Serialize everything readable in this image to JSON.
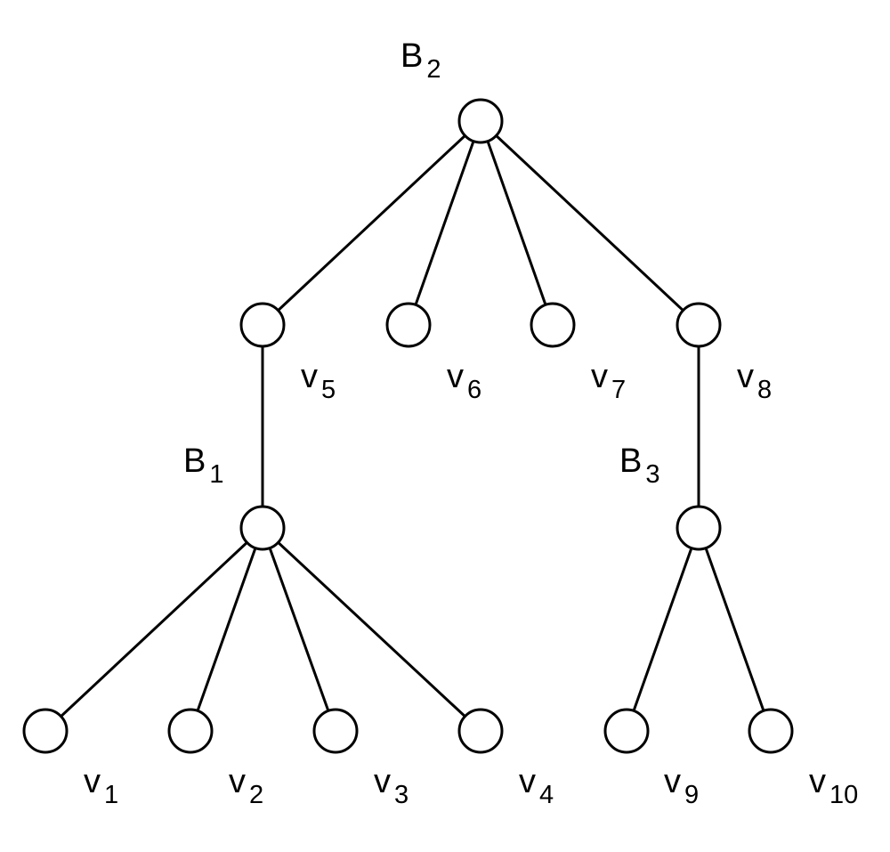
{
  "diagram": {
    "type": "tree",
    "nodes": [
      {
        "id": "B2",
        "base": "B",
        "sub": "2"
      },
      {
        "id": "v5",
        "base": "v",
        "sub": "5"
      },
      {
        "id": "v6",
        "base": "v",
        "sub": "6"
      },
      {
        "id": "v7",
        "base": "v",
        "sub": "7"
      },
      {
        "id": "v8",
        "base": "v",
        "sub": "8"
      },
      {
        "id": "B1",
        "base": "B",
        "sub": "1"
      },
      {
        "id": "B3",
        "base": "B",
        "sub": "3"
      },
      {
        "id": "v1",
        "base": "v",
        "sub": "1"
      },
      {
        "id": "v2",
        "base": "v",
        "sub": "2"
      },
      {
        "id": "v3",
        "base": "v",
        "sub": "3"
      },
      {
        "id": "v4",
        "base": "v",
        "sub": "4"
      },
      {
        "id": "v9",
        "base": "v",
        "sub": "9"
      },
      {
        "id": "v10",
        "base": "v",
        "sub": "10"
      }
    ],
    "edges": [
      [
        "B2",
        "v5"
      ],
      [
        "B2",
        "v6"
      ],
      [
        "B2",
        "v7"
      ],
      [
        "B2",
        "v8"
      ],
      [
        "v5",
        "B1"
      ],
      [
        "v8",
        "B3"
      ],
      [
        "B1",
        "v1"
      ],
      [
        "B1",
        "v2"
      ],
      [
        "B1",
        "v3"
      ],
      [
        "B1",
        "v4"
      ],
      [
        "B3",
        "v9"
      ],
      [
        "B3",
        "v10"
      ]
    ],
    "colors": {
      "line": "#000000",
      "node_fill": "#ffffff",
      "background": "#ffffff"
    }
  }
}
